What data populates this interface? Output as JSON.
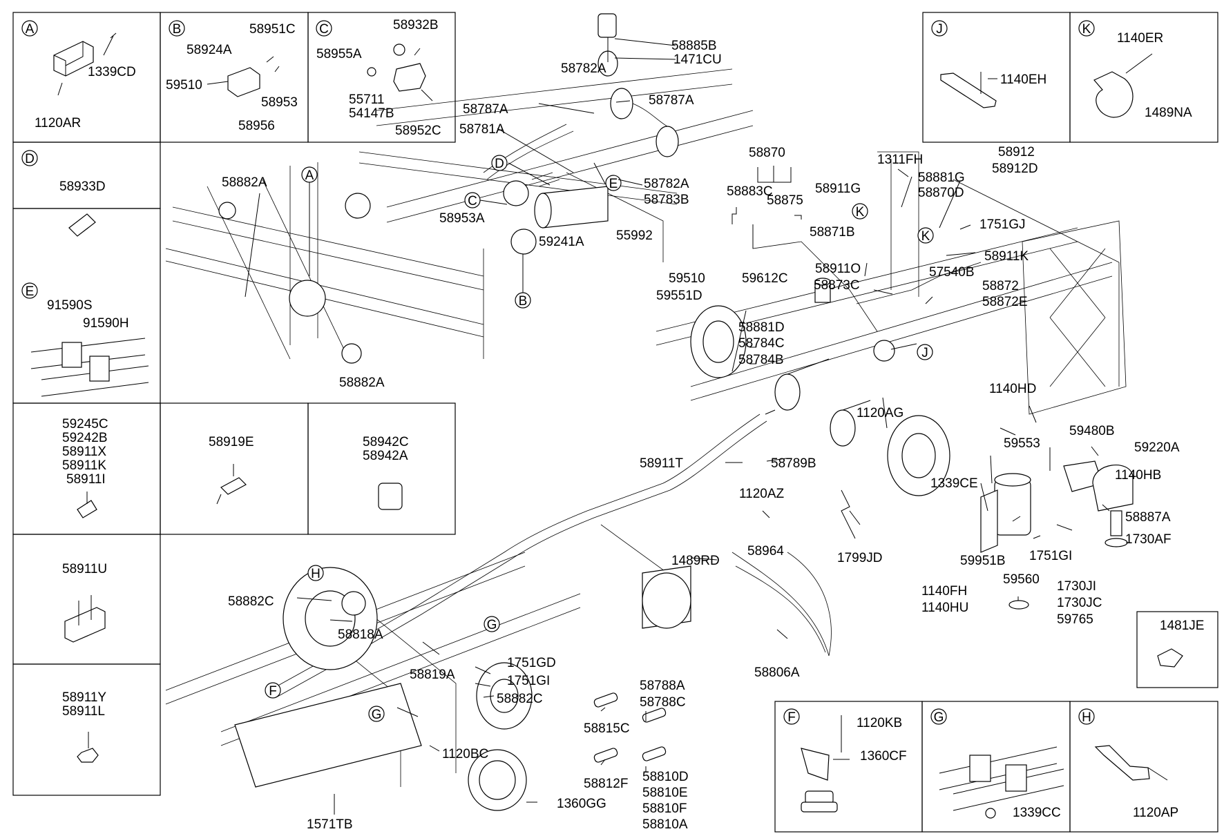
{
  "callouts": {
    "A": "A",
    "B": "B",
    "C": "C",
    "D": "D",
    "E": "E",
    "F": "F",
    "G": "G",
    "H": "H",
    "J": "J",
    "K": "K"
  },
  "boxes": {
    "A": [
      "1339CD",
      "1120AR"
    ],
    "B": [
      "58951C",
      "58924A",
      "59510",
      "58953",
      "58956"
    ],
    "C": [
      "58932B",
      "58955A",
      "55711",
      "54147B",
      "58952C"
    ],
    "D": [
      "58933D"
    ],
    "E": [
      "91590S",
      "91590H"
    ],
    "n1": [
      "59245C",
      "59242B",
      "58911X",
      "58911K",
      "58911I"
    ],
    "n2": [
      "58919E"
    ],
    "n3": [
      "58942C",
      "58942A"
    ],
    "n4": [
      "58911U"
    ],
    "n5": [
      "58911Y",
      "58911L"
    ],
    "J": [
      "1140EH"
    ],
    "K": [
      "1140ER",
      "1489NA"
    ],
    "n6": [
      "1481JE"
    ],
    "F": [
      "1120KB",
      "1360CF"
    ],
    "G": [
      "1339CC"
    ],
    "H": [
      "1120AP"
    ]
  },
  "main_labels": [
    "58885B",
    "1471CU",
    "58782A",
    "58787A",
    "58787A",
    "58781A",
    "58782A",
    "58783B",
    "55992",
    "58953A",
    "59241A",
    "58882A",
    "58882A",
    "58870",
    "58875",
    "58883C",
    "59612C",
    "59510",
    "59551D",
    "1311FH",
    "58911G",
    "58881G",
    "58870D",
    "58912",
    "58912D",
    "1751GJ",
    "58871B",
    "58911K",
    "58911O",
    "57540B",
    "58873C",
    "58872",
    "58872E",
    "58881D",
    "58784C",
    "58784B",
    "1120AG",
    "1140HD",
    "59553",
    "59480B",
    "59220A",
    "1339CE",
    "1140HB",
    "58887A",
    "1730AF",
    "58911T",
    "58789B",
    "1120AZ",
    "58964",
    "1799JD",
    "59951B",
    "1751GI",
    "59560",
    "1140FH",
    "1140HU",
    "1730JI",
    "1730JC",
    "59765",
    "1489RD",
    "58882C",
    "58818A",
    "58819A",
    "1751GD",
    "1751GI",
    "58882C",
    "58806A",
    "58788A",
    "58788C",
    "58815C",
    "58812F",
    "58810D",
    "58810E",
    "58810F",
    "58810A",
    "1120BC",
    "1360GG",
    "1571TB"
  ]
}
